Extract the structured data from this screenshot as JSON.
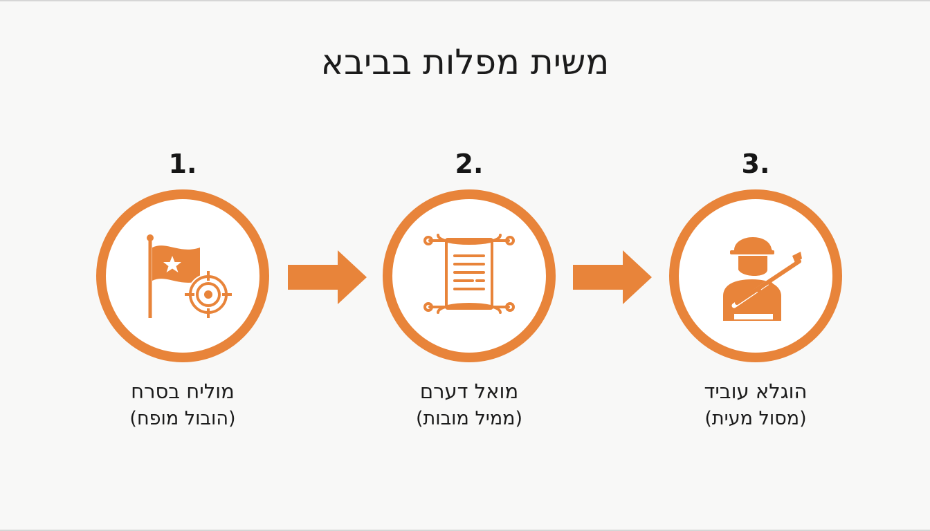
{
  "title": "משית מפלות בביבא",
  "colors": {
    "accent": "#e8843a",
    "text": "#1b1b1b",
    "background": "#f8f8f7"
  },
  "steps": [
    {
      "number": "1.",
      "label": "מוליח בסרח",
      "sublabel": "(הובול מופח)",
      "icon": "flag-target-icon"
    },
    {
      "number": "2.",
      "label": "מואל דערם",
      "sublabel": "(ממיל מובות)",
      "icon": "scroll-icon"
    },
    {
      "number": "3.",
      "label": "הוגלא עוביד",
      "sublabel": "(מסול מעית)",
      "icon": "soldier-icon"
    }
  ]
}
